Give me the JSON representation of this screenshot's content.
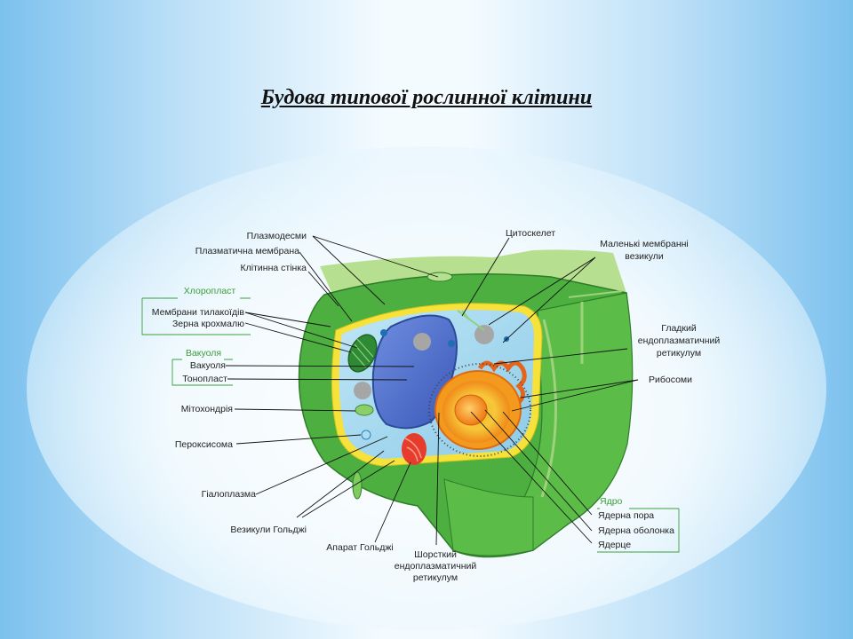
{
  "title": "Будова типової рослинної клітини",
  "labels": {
    "plasmodesmata": "Плазмодесми",
    "plasma_membrane": "Плазматична мембрана",
    "cell_wall": "Клітинна стінка",
    "chloroplast_group": "Хлоропласт",
    "thylakoid_membranes": "Мембрани тилакоїдів",
    "starch_grains": "Зерна крохмалю",
    "vacuole_group": "Вакуоля",
    "vacuole": "Вакуоля",
    "tonoplast": "Тонопласт",
    "mitochondrion": "Мітохондрія",
    "peroxisome": "Пероксисома",
    "cytosol": "Гіалоплазма",
    "golgi_vesicles": "Везикули Гольджі",
    "golgi_apparatus": "Апарат Гольджі",
    "rough_er_1": "Шорсткий",
    "rough_er_2": "ендоплазматичний",
    "rough_er_3": "ретикулум",
    "cytoskeleton": "Цитоскелет",
    "small_vesicles_1": "Маленькі мембранні",
    "small_vesicles_2": "везикули",
    "smooth_er_1": "Гладкий",
    "smooth_er_2": "ендоплазматичний",
    "smooth_er_3": "ретикулум",
    "ribosomes": "Рибосоми",
    "nucleus_group": "Ядро",
    "nuclear_pore": "Ядерна пора",
    "nuclear_envelope": "Ядерна оболонка",
    "nucleolus": "Ядерце"
  }
}
